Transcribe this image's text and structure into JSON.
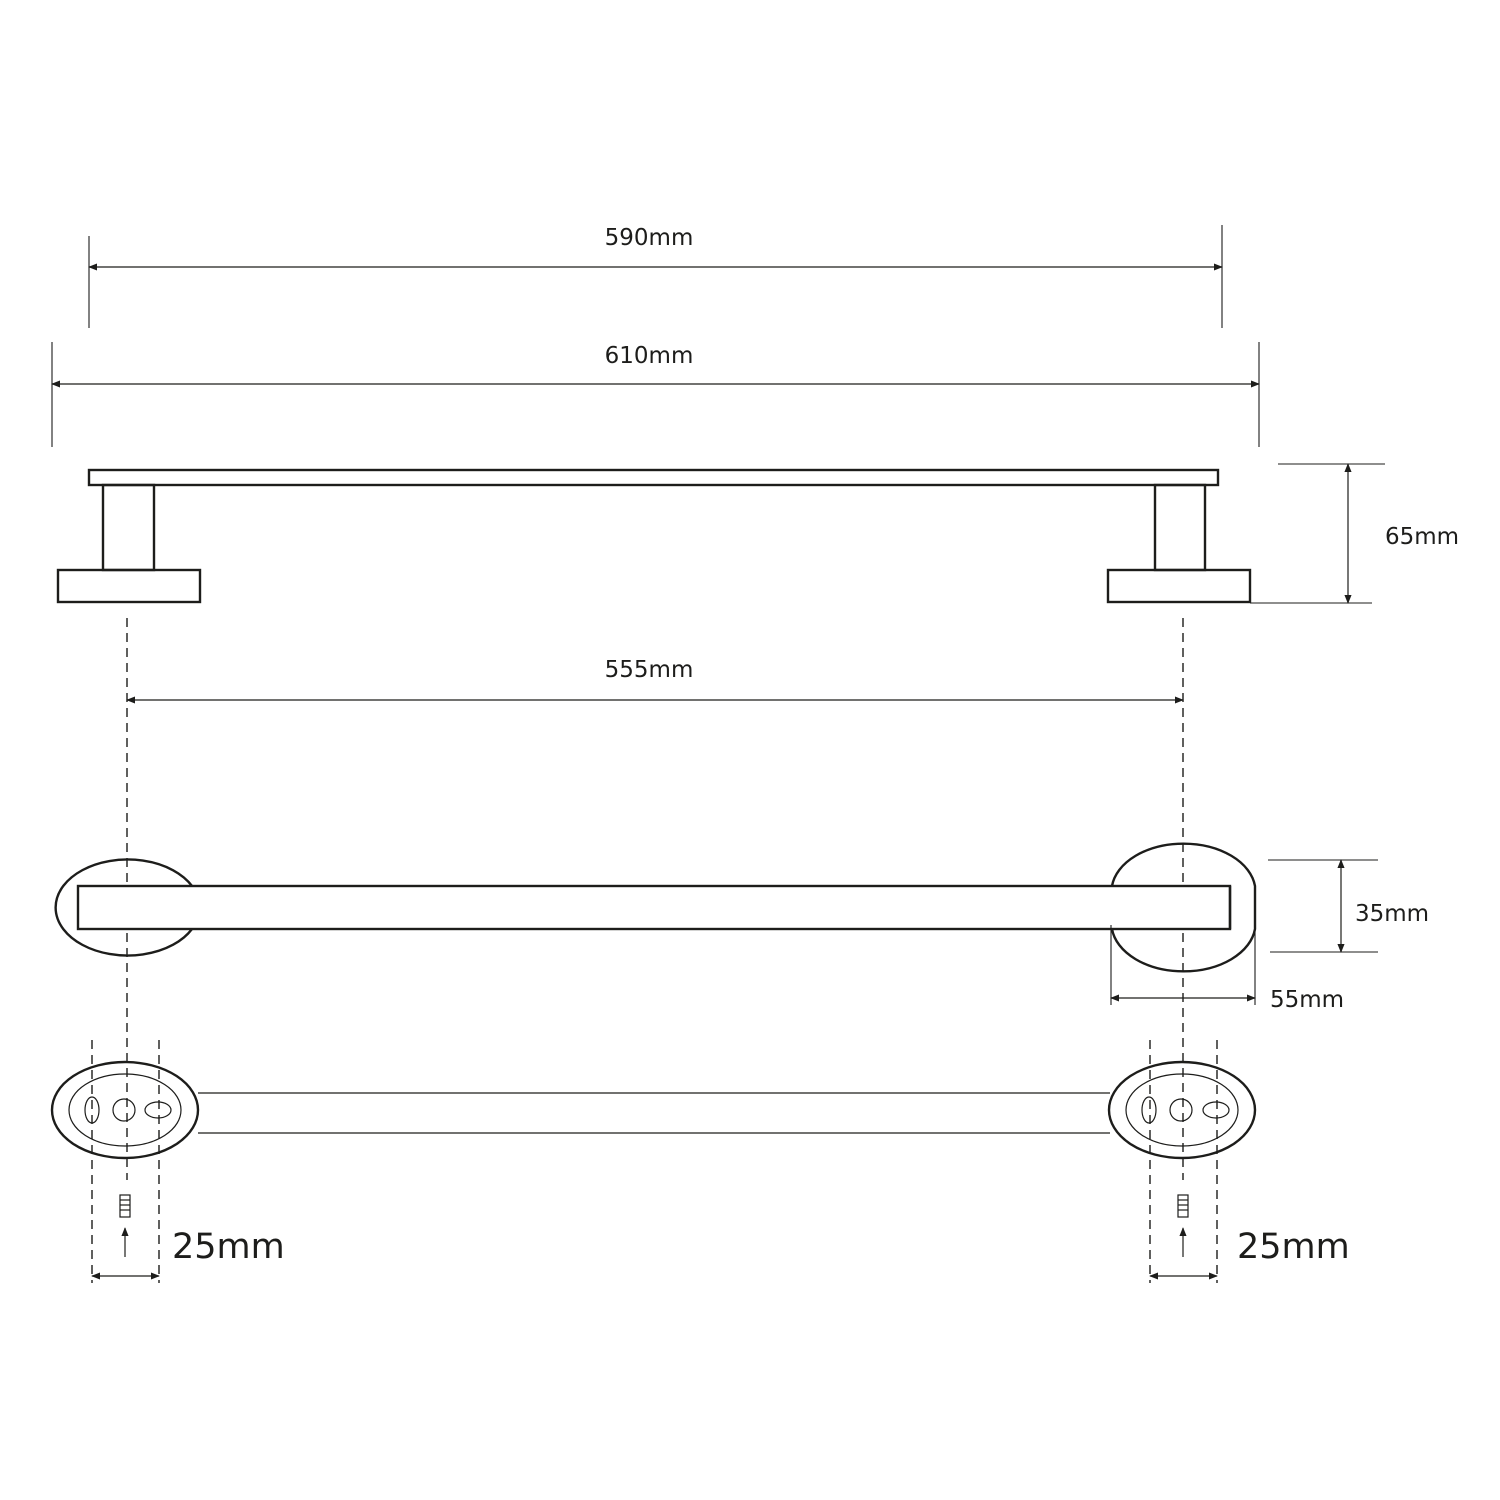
{
  "dimensions": {
    "overall_590": "590mm",
    "overall_610": "610mm",
    "height_65": "65mm",
    "centers_555": "555mm",
    "depth_35": "35mm",
    "base_55": "55mm",
    "fixing_left_25": "25mm",
    "fixing_right_25": "25mm"
  },
  "colors": {
    "line": "#1d1d1b",
    "background": "#ffffff"
  }
}
